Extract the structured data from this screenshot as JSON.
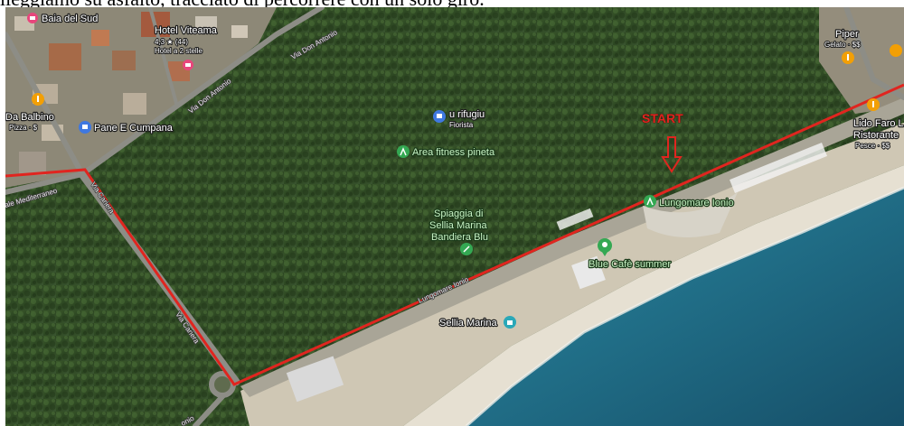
{
  "caption": "lleggiamo su asfalto, tracciato di percorrere con un solo giro.",
  "route": {
    "color": "#e0251f",
    "start_label": "START"
  },
  "colors": {
    "forest": "#2f4a23",
    "sand": "#d9d2c3",
    "sea": "#1f6f86",
    "road": "#8d8d86",
    "pin_food": "#f29f05",
    "pin_park": "#34a853",
    "pin_hotel": "#e8467c",
    "pin_store": "#3f78e0",
    "pin_tour": "#2aa8b8"
  },
  "places": {
    "baia_del_sud": {
      "name": "Baia del Sud",
      "icon": "hotel-pin-icon"
    },
    "hotel_viteama": {
      "name": "Hotel Viteama",
      "rating": "4,3 ★ (44)",
      "sub": "Hotel a 2 stelle",
      "icon": "hotel-pin-icon"
    },
    "da_balbino": {
      "name": "Da Balbino",
      "sub": "Pizza · $",
      "icon": "restaurant-pin-icon"
    },
    "pane_cumpana": {
      "name": "Pane E Cumpana",
      "icon": "shopping-pin-icon"
    },
    "u_rifugiu": {
      "name": "u rifugiu",
      "sub": "Fiorista",
      "icon": "shopping-pin-icon"
    },
    "area_fitness": {
      "name": "Area fitness pineta",
      "icon": "fitness-pin-icon"
    },
    "spiaggia": {
      "line1": "Spiaggia di",
      "line2": "Sellia Marina",
      "line3": "Bandiera Blu",
      "icon": "beach-pin-icon"
    },
    "lungomare_ionio": {
      "name": "Lungomare Ionio",
      "icon": "park-pin-icon"
    },
    "blue_cafe": {
      "name": "Blue Cafè summer",
      "icon": "park-pin-icon"
    },
    "sellia_marina": {
      "name": "Sellia Marina",
      "icon": "attraction-pin-icon"
    },
    "piper": {
      "name": "Piper",
      "sub": "Gelato · $$",
      "icon": "restaurant-pin-icon"
    },
    "lido_faro": {
      "line1": "Lido Faro L",
      "line2": "Ristorante",
      "sub": "Pesce · $$",
      "icon": "restaurant-pin-icon"
    }
  },
  "roads": {
    "via_don_antonio_1": "Via Don Antonio",
    "via_don_antonio_2": "Via Don Antonio",
    "viale_mediterraneo": "ale Mediterraneo",
    "via_cariera_1": "Via Cariera",
    "via_cariera_2": "Via Cariera",
    "lungomare_road": "Lungomare Ionio",
    "bottom_road": "onio"
  }
}
